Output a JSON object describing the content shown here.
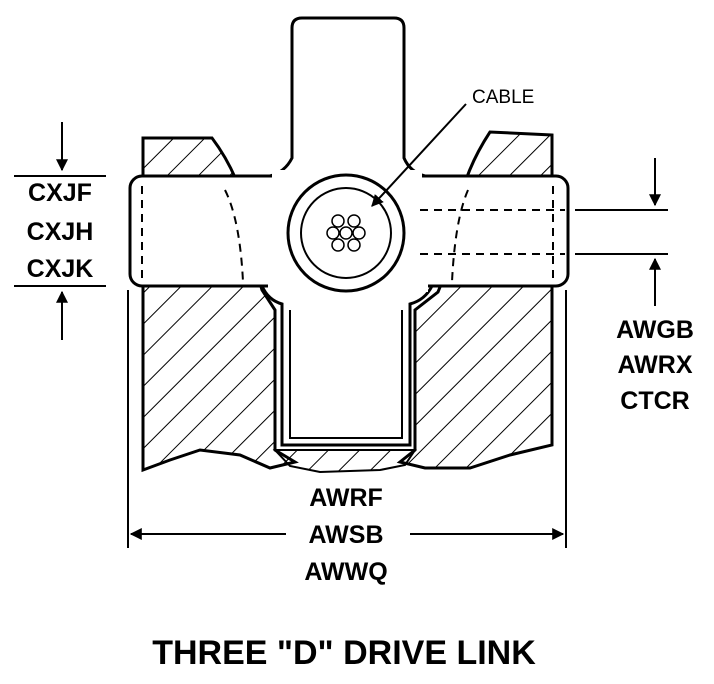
{
  "labels": {
    "cable": "CABLE",
    "left_dims": [
      "CXJF",
      "CXJH",
      "CXJK"
    ],
    "right_dims": [
      "AWGB",
      "AWRX",
      "CTCR"
    ],
    "bottom_dims": [
      "AWRF",
      "AWSB",
      "AWWQ"
    ],
    "title": "THREE \"D\" DRIVE LINK"
  }
}
